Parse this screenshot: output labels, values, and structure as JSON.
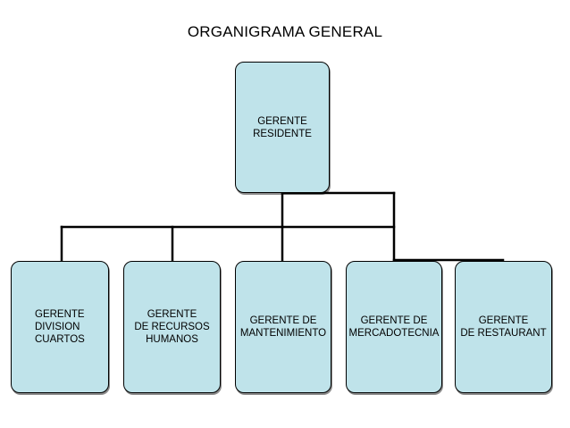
{
  "title": "ORGANIGRAMA GENERAL",
  "colors": {
    "node_fill": "#bfe3ea",
    "stroke": "#000000",
    "background": "#ffffff"
  },
  "nodes": {
    "root": {
      "label": "GERENTE\nRESIDENTE"
    },
    "children": [
      {
        "label": "GERENTE\nDIVISION\nCUARTOS"
      },
      {
        "label": "GERENTE\nDE RECURSOS\nHUMANOS"
      },
      {
        "label": "GERENTE DE\nMANTENIMIENTO"
      },
      {
        "label": "GERENTE DE\nMERCADOTECNIA"
      },
      {
        "label": "GERENTE\nDE RESTAURANT"
      }
    ]
  }
}
